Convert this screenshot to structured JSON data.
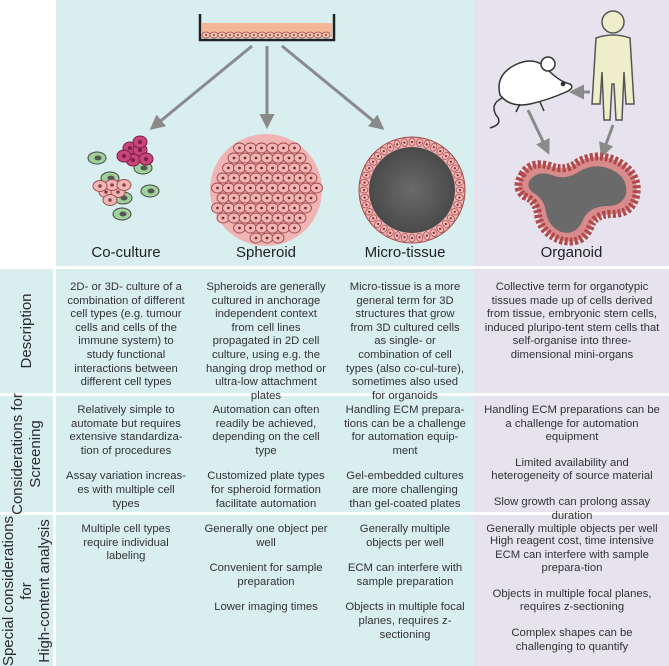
{
  "columns": [
    {
      "label": "Co-culture"
    },
    {
      "label": "Spheroid"
    },
    {
      "label": "Micro-tissue"
    },
    {
      "label": "Organoid"
    }
  ],
  "rows": [
    {
      "label_lines": [
        "Description"
      ]
    },
    {
      "label_lines": [
        "Considerations for",
        "Screening"
      ]
    },
    {
      "label_lines": [
        "Special considerations",
        "for",
        "High-content analysis"
      ]
    }
  ],
  "cells": {
    "description": [
      [
        "2D- or 3D- culture of a combination of different cell types (e.g. tumour cells and cells of the immune system) to study functional interactions between different cell types"
      ],
      [
        "Spheroids are generally cultured in anchorage independent context from cell lines propagated in 2D cell culture, using e.g. the hanging drop method or ultra-low attachment plates"
      ],
      [
        "Micro-tissue is a more general term for 3D structures that grow from 3D cultured cells as single- or combination of cell types (also co-cul-ture), sometimes also used for organoids"
      ],
      [
        "Collective term for organotypic tissues made up of cells derived from tissue, embryonic stem cells, induced pluripo-tent stem cells that self-organise into three-dimensional mini-organs"
      ]
    ],
    "screening": [
      [
        "Relatively simple to automate but requires extensive standardiza-tion of procedures",
        "Assay variation increas-es with multiple cell types"
      ],
      [
        "Automation can often readily be achieved, depending on the cell type",
        "Customized plate types for spheroid formation facilitate automation"
      ],
      [
        "Handling ECM prepara-tions can be a challenge for automation equip-ment",
        "Gel-embedded cultures are more challenging than gel-coated plates"
      ],
      [
        "Handling ECM preparations can be a challenge for automation equipment",
        "Limited availability and heterogeneity of source material",
        "Slow growth can prolong assay duration",
        "High reagent cost, time intensive"
      ]
    ],
    "hca": [
      [
        "Multiple cell types require individual labeling"
      ],
      [
        "Generally one object per well",
        "Convenient for sample preparation",
        "Lower imaging times"
      ],
      [
        "Generally multiple objects per well",
        "ECM can interfere with sample preparation",
        "Objects in multiple focal planes, requires z-sectioning"
      ],
      [
        "Generally multiple objects per well",
        "ECM can interfere with sample prepara-tion",
        "Objects in multiple focal planes, requires z-sectioning",
        "Complex shapes can be challenging to quantify"
      ]
    ]
  },
  "colors": {
    "teal_bg": "#d9eeee",
    "lavender_bg": "#e6e3ee",
    "arrow": "#8a8a8a",
    "cell_pink": "#f2b5b5",
    "cell_magenta": "#c8457a",
    "cell_green": "#9fd19a",
    "microtissue_core": "#5a5a5a",
    "human_fill": "#eeeecb"
  }
}
